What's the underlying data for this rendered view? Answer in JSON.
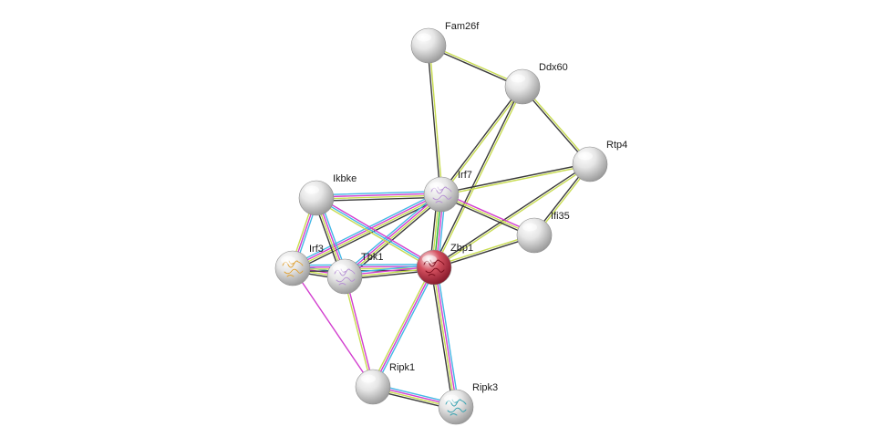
{
  "network": {
    "background": "#ffffff",
    "nodes": [
      {
        "id": "Fam26f",
        "label": "Fam26f",
        "fill": "#e6e6e6",
        "shade": "#9a9a9a",
        "icon": "",
        "icon_color": ""
      },
      {
        "id": "Ddx60",
        "label": "Ddx60",
        "fill": "#e6e6e6",
        "shade": "#9a9a9a",
        "icon": "",
        "icon_color": ""
      },
      {
        "id": "Rtp4",
        "label": "Rtp4",
        "fill": "#e6e6e6",
        "shade": "#9a9a9a",
        "icon": "",
        "icon_color": ""
      },
      {
        "id": "Irf7",
        "label": "Irf7",
        "fill": "#e6e6e6",
        "shade": "#9a9a9a",
        "icon": "protein-structure-icon",
        "icon_color": "#b58fd3"
      },
      {
        "id": "Ikbke",
        "label": "Ikbke",
        "fill": "#e6e6e6",
        "shade": "#9a9a9a",
        "icon": "",
        "icon_color": ""
      },
      {
        "id": "Ifi35",
        "label": "Ifi35",
        "fill": "#e6e6e6",
        "shade": "#9a9a9a",
        "icon": "",
        "icon_color": ""
      },
      {
        "id": "Irf3",
        "label": "Irf3",
        "fill": "#e6e6e6",
        "shade": "#9a9a9a",
        "icon": "protein-structure-icon",
        "icon_color": "#e0a030"
      },
      {
        "id": "Tbk1",
        "label": "Tbk1",
        "fill": "#e6e6e6",
        "shade": "#9a9a9a",
        "icon": "protein-structure-icon",
        "icon_color": "#b58fd3"
      },
      {
        "id": "Ripk1",
        "label": "Ripk1",
        "fill": "#e6e6e6",
        "shade": "#9a9a9a",
        "icon": "",
        "icon_color": ""
      },
      {
        "id": "Ripk3",
        "label": "Ripk3",
        "fill": "#e6e6e6",
        "shade": "#9a9a9a",
        "icon": "protein-structure-icon",
        "icon_color": "#2f9fae"
      },
      {
        "id": "Zbp1",
        "label": "Zbp1",
        "fill": "#d4505f",
        "shade": "#85182a",
        "icon": "protein-structure-icon",
        "icon_color": "#7a0c1c"
      }
    ],
    "edges": [
      {
        "source": "Fam26f",
        "target": "Ddx60",
        "colors": [
          "#c8dc50",
          "#3a3a3a"
        ]
      },
      {
        "source": "Fam26f",
        "target": "Irf7",
        "colors": [
          "#c8dc50",
          "#3a3a3a"
        ]
      },
      {
        "source": "Ddx60",
        "target": "Rtp4",
        "colors": [
          "#c8dc50",
          "#3a3a3a"
        ]
      },
      {
        "source": "Ddx60",
        "target": "Irf7",
        "colors": [
          "#c8dc50",
          "#3a3a3a"
        ]
      },
      {
        "source": "Ddx60",
        "target": "Zbp1",
        "colors": [
          "#c8dc50",
          "#3a3a3a"
        ]
      },
      {
        "source": "Rtp4",
        "target": "Irf7",
        "colors": [
          "#c8dc50",
          "#3a3a3a"
        ]
      },
      {
        "source": "Rtp4",
        "target": "Zbp1",
        "colors": [
          "#c8dc50",
          "#3a3a3a"
        ]
      },
      {
        "source": "Rtp4",
        "target": "Ifi35",
        "colors": [
          "#c8dc50",
          "#3a3a3a"
        ]
      },
      {
        "source": "Irf7",
        "target": "Ifi35",
        "colors": [
          "#d23ecf",
          "#c8dc50",
          "#3a3a3a"
        ]
      },
      {
        "source": "Zbp1",
        "target": "Ifi35",
        "colors": [
          "#c8dc50",
          "#3a3a3a"
        ]
      },
      {
        "source": "Irf7",
        "target": "Zbp1",
        "colors": [
          "#43b8e6",
          "#d23ecf",
          "#27b832",
          "#c8dc50",
          "#3a3a3a"
        ]
      },
      {
        "source": "Ikbke",
        "target": "Irf7",
        "colors": [
          "#43b8e6",
          "#d23ecf",
          "#c8dc50",
          "#3a3a3a"
        ]
      },
      {
        "source": "Irf3",
        "target": "Irf7",
        "colors": [
          "#43b8e6",
          "#d23ecf",
          "#c8dc50",
          "#3a3a3a"
        ]
      },
      {
        "source": "Tbk1",
        "target": "Irf7",
        "colors": [
          "#43b8e6",
          "#d23ecf",
          "#c8dc50",
          "#3a3a3a"
        ]
      },
      {
        "source": "Ikbke",
        "target": "Irf3",
        "colors": [
          "#43b8e6",
          "#d23ecf",
          "#c8dc50"
        ]
      },
      {
        "source": "Ikbke",
        "target": "Tbk1",
        "colors": [
          "#43b8e6",
          "#d23ecf",
          "#c8dc50",
          "#3a3a3a"
        ]
      },
      {
        "source": "Ikbke",
        "target": "Zbp1",
        "colors": [
          "#d23ecf",
          "#43b8e6",
          "#c8dc50"
        ]
      },
      {
        "source": "Irf3",
        "target": "Tbk1",
        "colors": [
          "#43b8e6",
          "#d23ecf",
          "#c8dc50",
          "#3a3a3a"
        ]
      },
      {
        "source": "Irf3",
        "target": "Zbp1",
        "colors": [
          "#43b8e6",
          "#d23ecf",
          "#c8dc50",
          "#3a3a3a"
        ]
      },
      {
        "source": "Tbk1",
        "target": "Zbp1",
        "colors": [
          "#43b8e6",
          "#d23ecf",
          "#c8dc50",
          "#3a3a3a"
        ]
      },
      {
        "source": "Irf3",
        "target": "Ripk1",
        "colors": [
          "#d23ecf"
        ]
      },
      {
        "source": "Tbk1",
        "target": "Ripk1",
        "colors": [
          "#d23ecf",
          "#c8dc50"
        ]
      },
      {
        "source": "Zbp1",
        "target": "Ripk1",
        "colors": [
          "#43b8e6",
          "#d23ecf",
          "#c8dc50"
        ]
      },
      {
        "source": "Zbp1",
        "target": "Ripk3",
        "colors": [
          "#43b8e6",
          "#d23ecf",
          "#c8dc50",
          "#3a3a3a"
        ]
      },
      {
        "source": "Ripk1",
        "target": "Ripk3",
        "colors": [
          "#43b8e6",
          "#d23ecf",
          "#c8dc50",
          "#3a3a3a"
        ]
      }
    ]
  }
}
